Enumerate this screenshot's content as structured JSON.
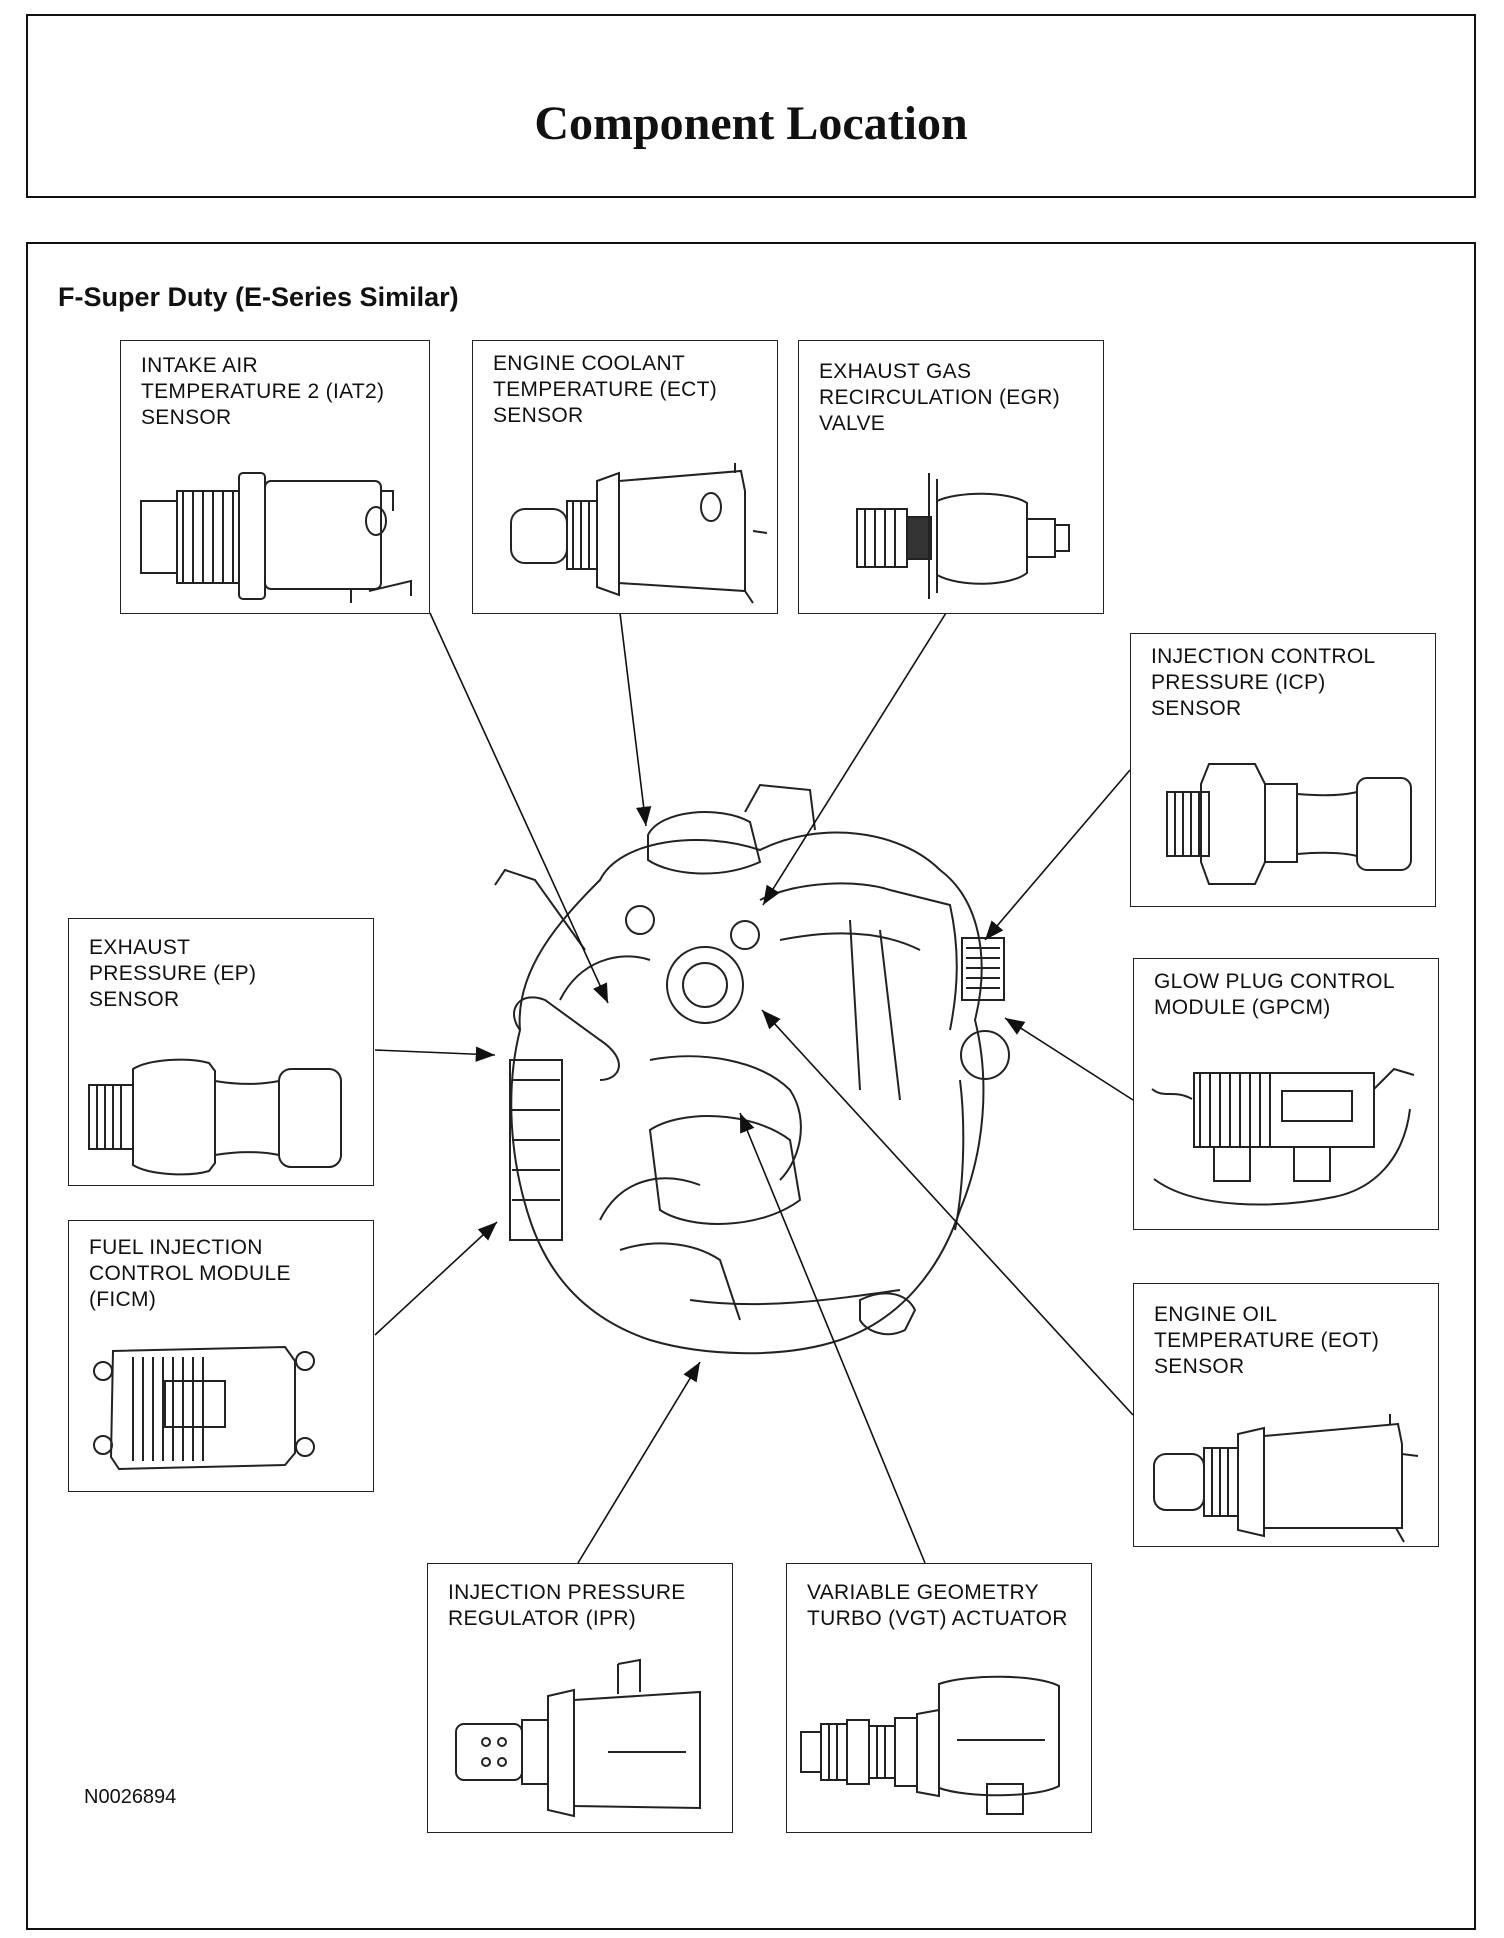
{
  "header": {
    "title": "Component Location"
  },
  "diagram": {
    "subtitle": "F-Super Duty (E-Series Similar)",
    "figure_id": "N0026894",
    "components": [
      {
        "key": "iat2",
        "label": "INTAKE AIR\nTEMPERATURE 2 (IAT2)\nSENSOR"
      },
      {
        "key": "ect",
        "label": "ENGINE COOLANT\nTEMPERATURE (ECT)\nSENSOR"
      },
      {
        "key": "egr",
        "label": "EXHAUST GAS\nRECIRCULATION (EGR)\nVALVE"
      },
      {
        "key": "icp",
        "label": "INJECTION CONTROL\nPRESSURE (ICP)\nSENSOR"
      },
      {
        "key": "ep",
        "label": "EXHAUST\nPRESSURE (EP)\nSENSOR"
      },
      {
        "key": "gpcm",
        "label": "GLOW PLUG CONTROL\nMODULE (GPCM)"
      },
      {
        "key": "ficm",
        "label": "FUEL INJECTION\nCONTROL MODULE\n(FICM)"
      },
      {
        "key": "eot",
        "label": "ENGINE OIL\nTEMPERATURE (EOT)\nSENSOR"
      },
      {
        "key": "ipr",
        "label": "INJECTION PRESSURE\nREGULATOR (IPR)"
      },
      {
        "key": "vgt",
        "label": "VARIABLE GEOMETRY\nTURBO (VGT) ACTUATOR"
      }
    ]
  }
}
